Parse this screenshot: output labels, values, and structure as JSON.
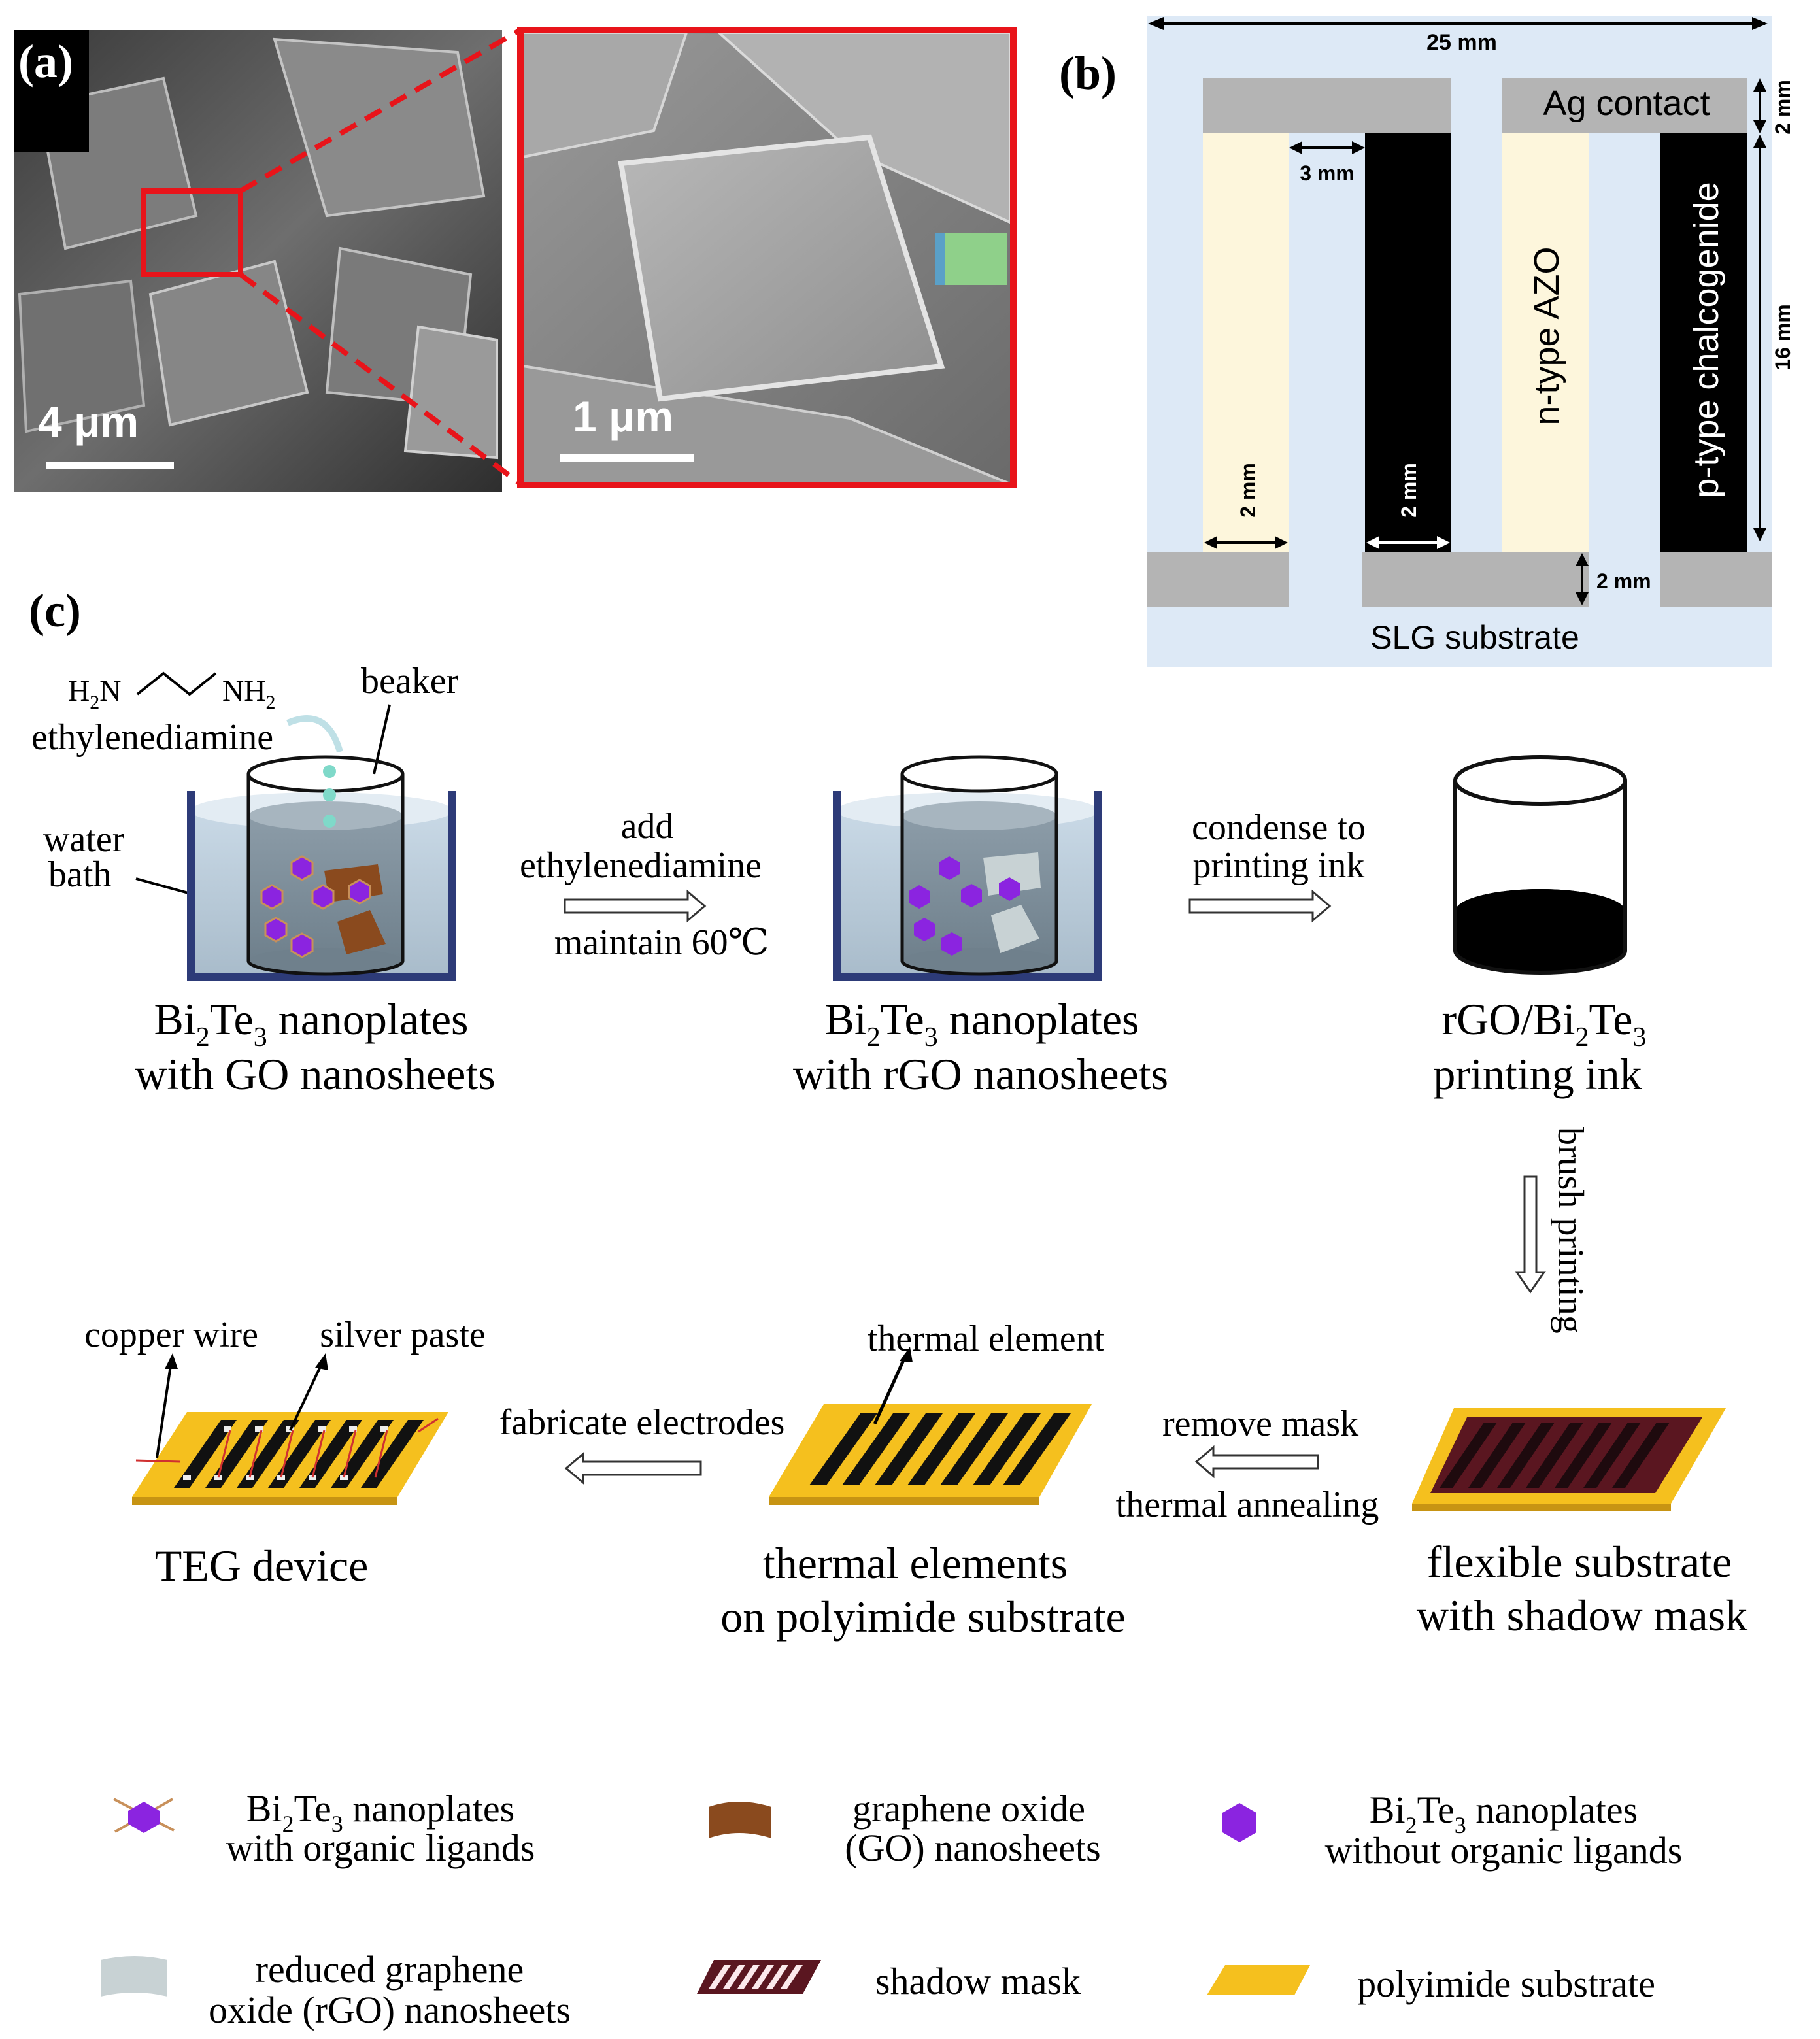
{
  "panels": {
    "a": {
      "label": "(a)",
      "scale_left": "4 μm",
      "scale_right": "1 μm"
    },
    "b": {
      "label": "(b)",
      "width_dim": "25 mm",
      "contact_label": "Ag contact",
      "top_contact_dim": "2 mm",
      "gap_dim": "3 mm",
      "leg_n_label": "n-type AZO",
      "leg_p_label": "p-type chalcogenide",
      "height_dim": "16 mm",
      "leg_width_dim_1": "2 mm",
      "leg_width_dim_2": "2 mm",
      "bottom_contact_dim": "2 mm",
      "substrate_label": "SLG substrate"
    },
    "c": {
      "label": "(c)",
      "ethylenediamine_formula": {
        "h2n": "H",
        "n_sub": "2",
        "n": "N",
        "nh": "NH",
        "nh_sub": "2"
      },
      "ethylenediamine": "ethylenediamine",
      "beaker": "beaker",
      "water_bath_1": "water",
      "water_bath_2": "bath",
      "step1": {
        "bi": "Bi",
        "s2": "2",
        "te": "Te",
        "s3": "3",
        "rest": " nanoplates",
        "line2": "with GO nanosheets"
      },
      "arrow1_top1": "add",
      "arrow1_top2": "ethylenediamine",
      "arrow1_bottom": "maintain 60℃",
      "step2": {
        "bi": "Bi",
        "s2": "2",
        "te": "Te",
        "s3": "3",
        "rest": " nanoplates",
        "line2": "with rGO nanosheets"
      },
      "arrow2_top1": "condense to",
      "arrow2_top2": "printing ink",
      "step3": {
        "pre": "rGO/Bi",
        "s2": "2",
        "te": "Te",
        "s3": "3",
        "line2": "printing ink"
      },
      "arrow3": "brush printing",
      "step4_line1": "flexible substrate",
      "step4_line2": "with shadow mask",
      "arrow4_top": "remove mask",
      "arrow4_bottom": "thermal annealing",
      "step5_line1": "thermal elements",
      "step5_line2": "on polyimide substrate",
      "thermal_element": "thermal element",
      "arrow5_top": "fabricate electrodes",
      "copper_wire": "copper wire",
      "silver_paste": "silver paste",
      "step6": "TEG device"
    }
  },
  "legend": {
    "item1": {
      "bi": "Bi",
      "s2": "2",
      "te": "Te",
      "s3": "3",
      "rest": " nanoplates",
      "line2": "with organic ligands"
    },
    "item2_line1": "graphene oxide",
    "item2_line2": "(GO) nanosheets",
    "item3": {
      "bi": "Bi",
      "s2": "2",
      "te": "Te",
      "s3": "3",
      "rest": " nanoplates",
      "line2": "without organic ligands"
    },
    "item4_line1": "reduced graphene",
    "item4_line2": "oxide (rGO) nanosheets",
    "item5": "shadow mask",
    "item6": "polyimide substrate"
  },
  "colors": {
    "red": "#e8141a",
    "ag_gray": "#b4b4b4",
    "substrate_blue": "#dde9f6",
    "azo_cream": "#fdf6dc",
    "chalco_black": "#000000",
    "polyimide": "#f5c01e",
    "mask": "#5a1620",
    "hexagon": "#8b24e0",
    "go_brown": "#8a4a1e",
    "rgo_gray": "#c8d2d4",
    "bath_navy": "#2d3b78",
    "water": "#8fa0aa"
  }
}
